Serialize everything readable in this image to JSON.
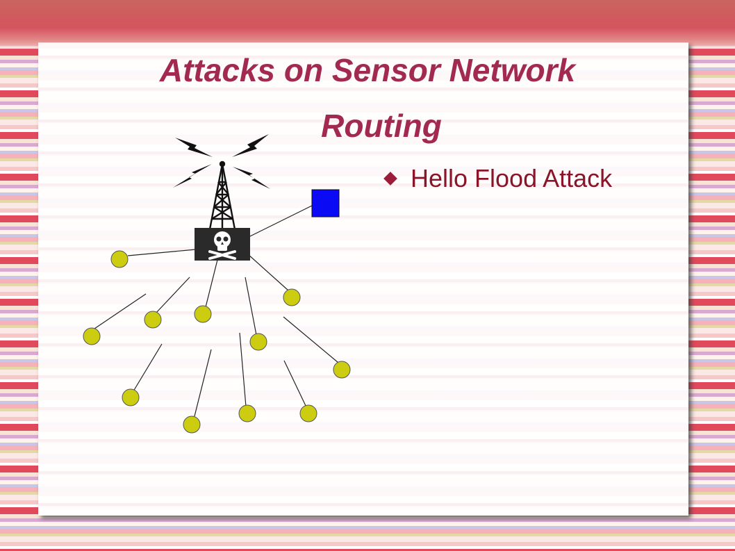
{
  "slide": {
    "title_line1": "Attacks on Sensor Network",
    "title_line2": "Routing",
    "bullets": [
      "Hello Flood Attack"
    ]
  },
  "colors": {
    "title": "#a2294f",
    "bullet_text": "#8a1428",
    "sensor_node_fill": "#cccc10",
    "base_station_fill": "#0a0af5",
    "attacker_box": "#2a2a2a"
  },
  "icons": {
    "attacker": "skull-crossbones-icon",
    "tower": "radio-tower-icon",
    "signal": "lightning-bolt-icon"
  }
}
